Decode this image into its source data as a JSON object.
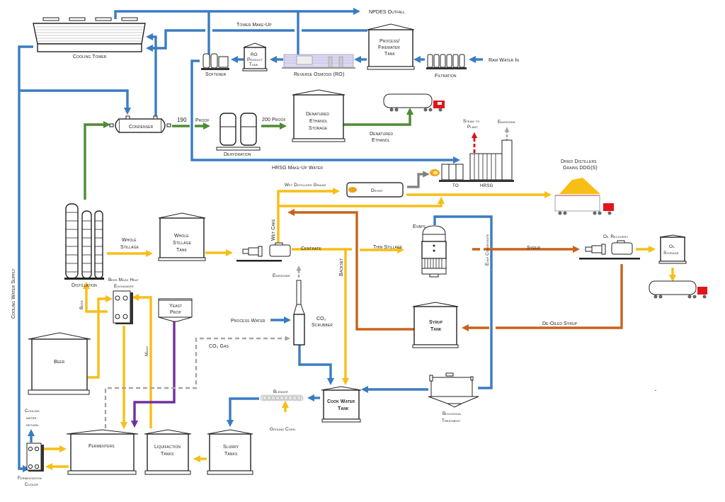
{
  "colors": {
    "water": "#3a7cc2",
    "ethanol": "#4f8a34",
    "stillage": "#f7be16",
    "syrup": "#c8631c",
    "yeast": "#7030a0",
    "gas": "#a6a6a6",
    "steam": "#d6141a",
    "exhaust": "#808080",
    "truck_cab": "#e3141b"
  },
  "equipment": {
    "cooling_tower": "Cooling Tower",
    "softener": "Softener",
    "ro_product_tank": [
      "RO",
      "Product",
      "Tank"
    ],
    "reverse_osmosis": "Reverse Osmosis (RO)",
    "process_firewater_tank": [
      "Process/",
      "Firewater",
      "Tank"
    ],
    "filtration": "Filtration",
    "condenser": "Condenser",
    "dehydration": "Dehydration",
    "denatured_ethanol_storage": [
      "Denatured",
      "Ethanol",
      "Storage"
    ],
    "distillation": "Distillation",
    "whole_stillage_tank": [
      "Whole",
      "Stillage",
      "Tank"
    ],
    "dryer": "Dryer",
    "to": "TO",
    "hrsg": "HRSG",
    "evaps": "Evaps",
    "oil_recovery": "Oil Recovery",
    "oil_storage": [
      "Oil",
      "Storage"
    ],
    "beer_mash_heat_exchanger": [
      "Beer Mash Heat",
      "Exchanger"
    ],
    "yeast_prop": [
      "Yeast",
      "Prop"
    ],
    "co2_scrubber": [
      "CO₂",
      "Scrubber"
    ],
    "syrup_tank": [
      "Syrup",
      "Tank"
    ],
    "beer": "Beer",
    "blender": "Blender",
    "cook_water_tank": [
      "Cook Water",
      "Tank"
    ],
    "biological_treatment": [
      "Biological",
      "Treatment"
    ],
    "fermentation_cooler": [
      "Fermentation",
      "Cooler"
    ],
    "fermenters": "Fermenters",
    "liquifaction_tanks": [
      "Liquifaction",
      "Tanks"
    ],
    "slurry_tanks": [
      "Slurry",
      "Tanks"
    ],
    "ddgs": [
      "Dried Distillers",
      "Grains DDG(S)"
    ]
  },
  "streams": {
    "npdes_outfall": "NPDES Outfall",
    "tower_make_up": "Tower Make-Up",
    "raw_water_in": "Raw Water In",
    "proof_190": "190",
    "proof_label": "Proof",
    "proof_200": "200 Proof",
    "denatured_ethanol": [
      "Denatured",
      "Ethanol"
    ],
    "steam_to_plant": [
      "Steam to",
      "Plant"
    ],
    "emissions": "Emissions",
    "hrsg_make_up_water": "HRSG Make-Up Water",
    "wet_distillers_grains": "Wet Distillers Grains",
    "whole_stillage": [
      "Whole",
      "Stillage"
    ],
    "wet_cake": "Wet Cake",
    "centrate": "Centrate",
    "thin_stillage": "Thin Stillage",
    "evap_condensate": "Evap Condensate",
    "syrup": "Syrup",
    "backset": "Backset",
    "cooling_water_supply": "Cooling Water Supply",
    "beer": "Beer",
    "mash": "Mash",
    "process_water": "Process Water",
    "co2_gas": "CO₂ Gas",
    "de_oiled_syrup": "De-Oiled Syrup",
    "ground_corn": "Ground Corn",
    "cooling_water_return": [
      "Cooling",
      "water",
      "return"
    ]
  }
}
